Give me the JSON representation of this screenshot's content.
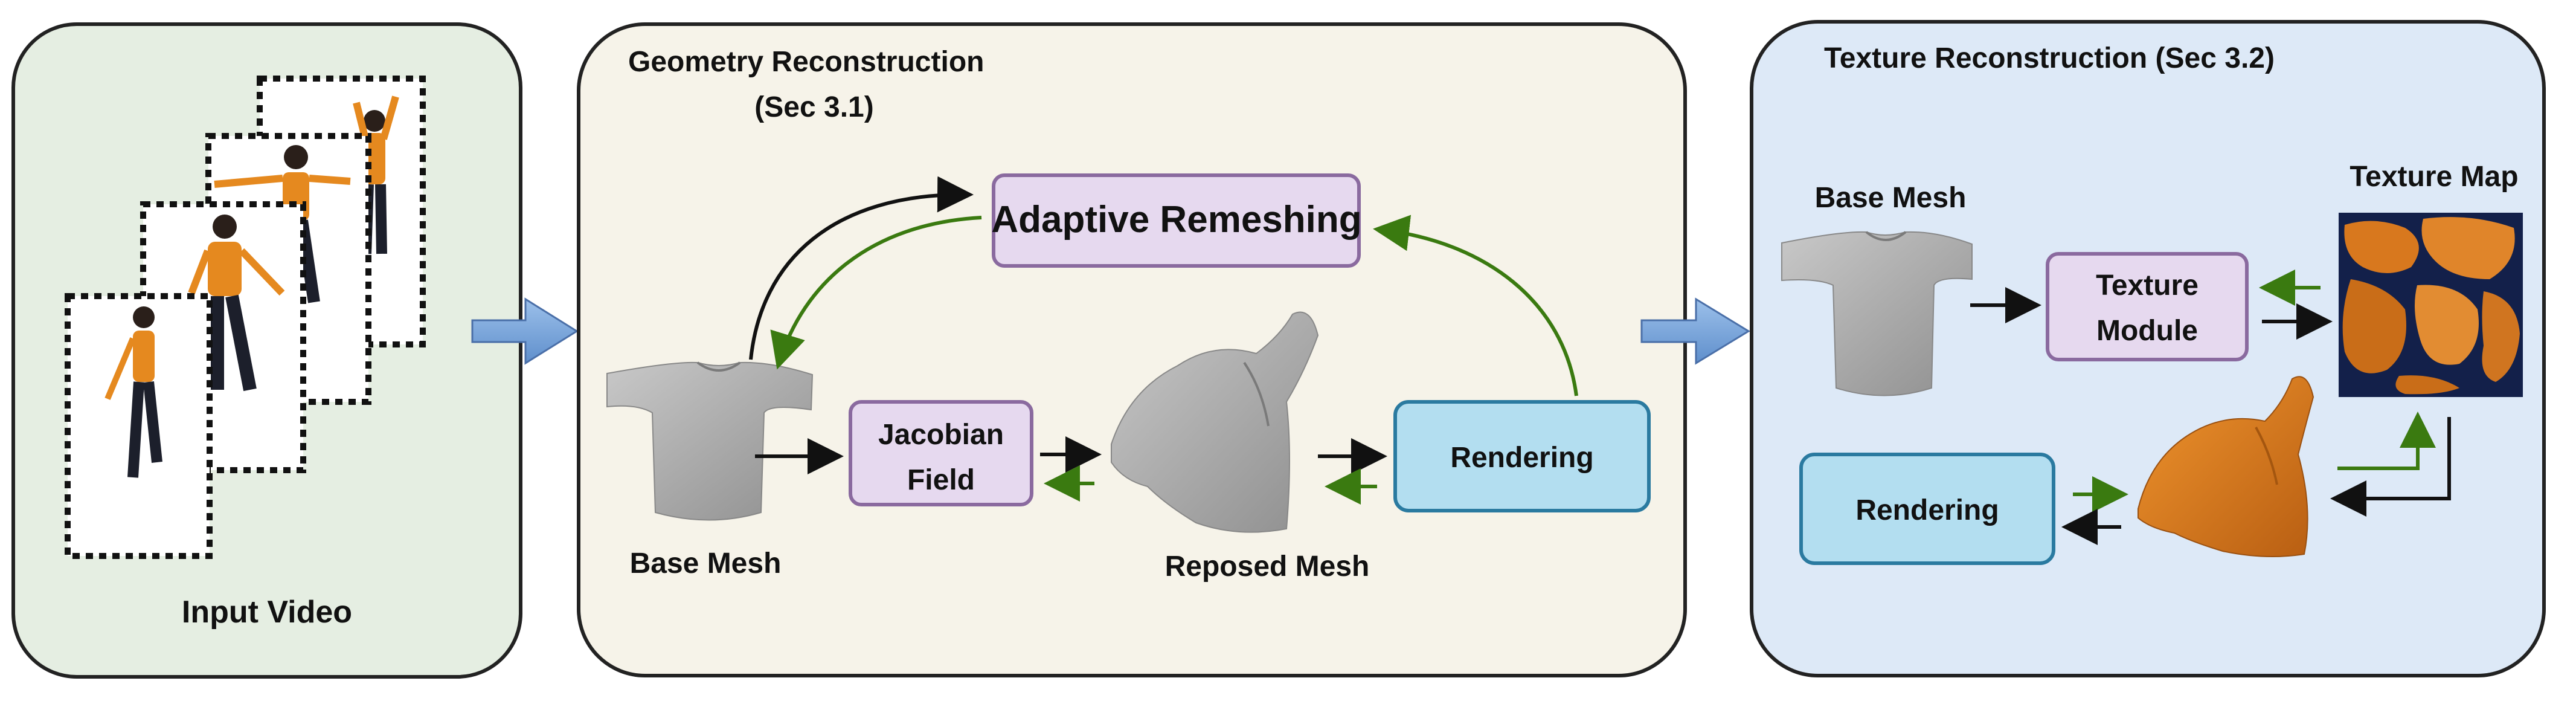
{
  "input_panel": {
    "label": "Input Video"
  },
  "geometry_panel": {
    "title_line1": "Geometry Reconstruction",
    "title_line2": "(Sec 3.1)",
    "adaptive_remeshing": "Adaptive Remeshing",
    "jacobian_line1": "Jacobian",
    "jacobian_line2": "Field",
    "rendering": "Rendering",
    "base_mesh_label": "Base Mesh",
    "reposed_mesh_label": "Reposed Mesh"
  },
  "texture_panel": {
    "title": "Texture Reconstruction (Sec 3.2)",
    "base_mesh_label": "Base Mesh",
    "texture_module_line1": "Texture",
    "texture_module_line2": "Module",
    "texture_map_label": "Texture Map",
    "rendering": "Rendering"
  },
  "colors": {
    "input_bg": "#e5eee2",
    "geometry_bg": "#f6f3e9",
    "texture_bg": "#dde9f7",
    "module_purple": "#e6d9ef",
    "module_purple_border": "#8a6a9f",
    "rendering_blue": "#b3def0",
    "rendering_border": "#2a7aa0",
    "forward_arrow": "#111111",
    "backward_arrow": "#3a7a10",
    "big_arrow": "#7aa3d8",
    "mesh_gray": "#a9a9a9",
    "texture_orange": "#d8781e",
    "texture_navy": "#13204a"
  },
  "icons": [
    "person-figure-icon",
    "tshirt-mesh-icon",
    "reposed-mesh-icon",
    "texture-map-icon",
    "orange-mesh-icon",
    "big-arrow-icon"
  ]
}
